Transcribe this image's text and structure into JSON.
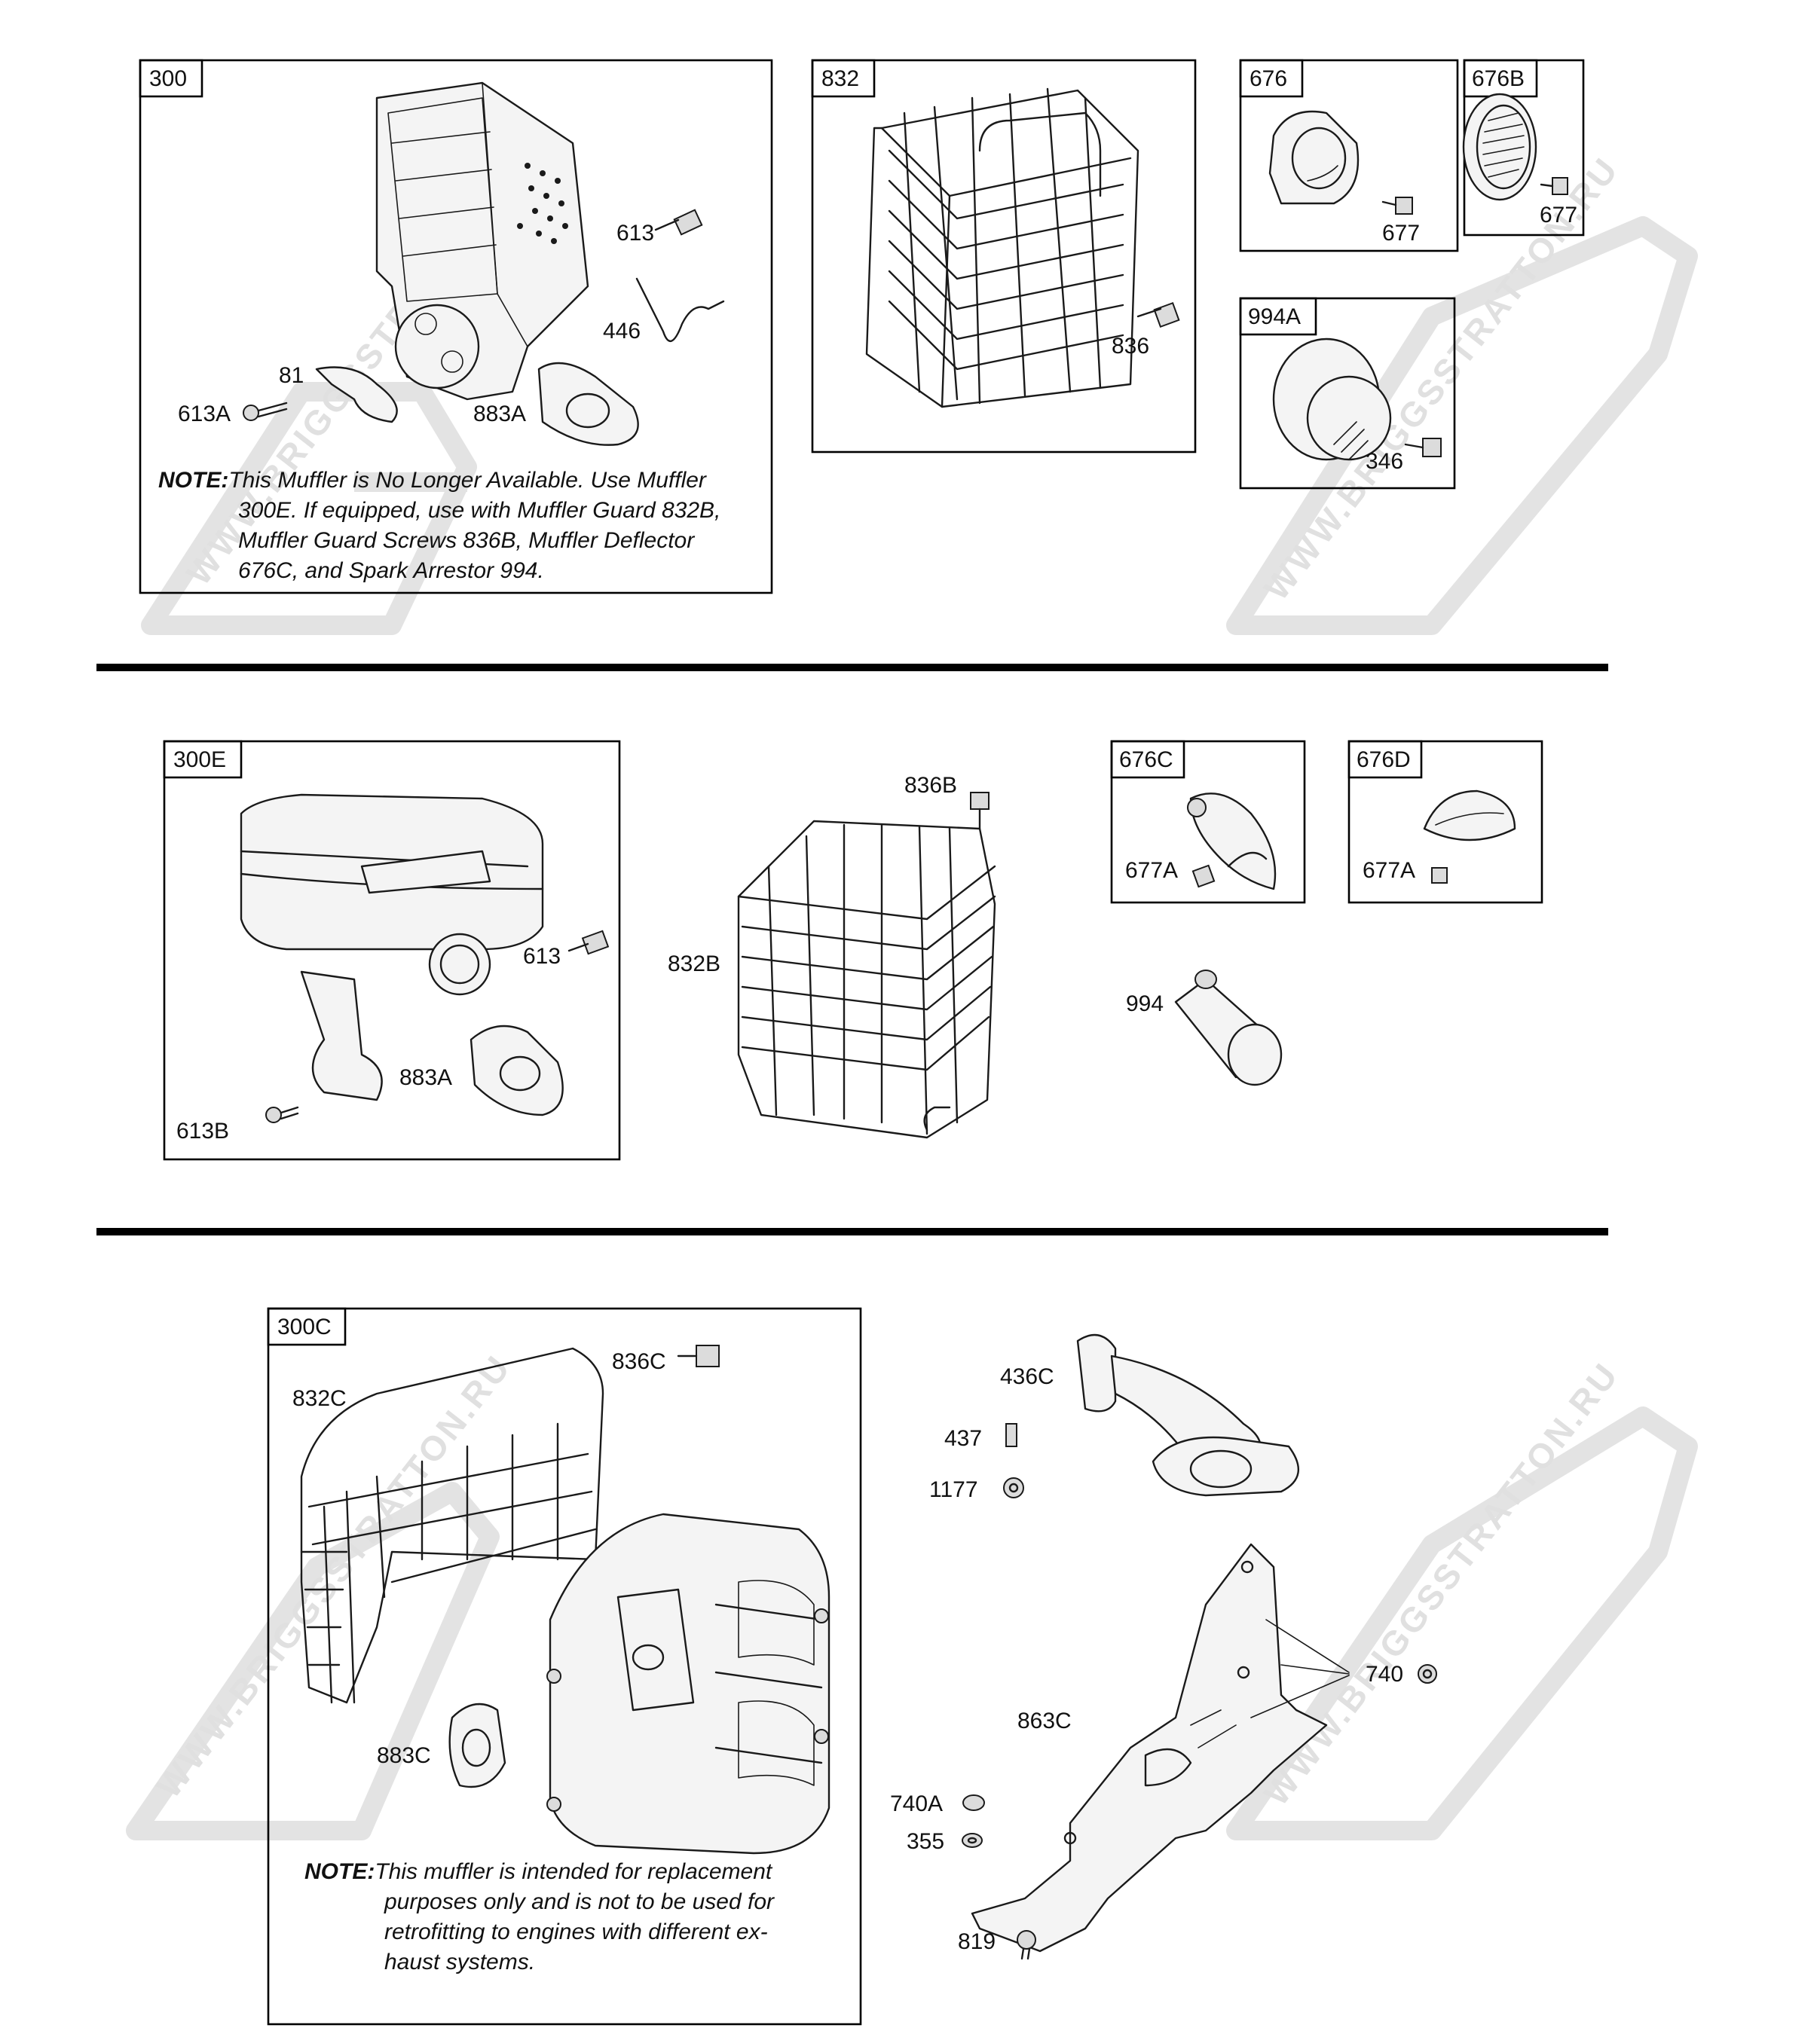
{
  "watermark": "WWW.BRIGGSSTRATTON.RU",
  "boxes": {
    "b300": "300",
    "b832": "832",
    "b676": "676",
    "b676b": "676B",
    "b994a": "994A",
    "b300e": "300E",
    "b676c": "676C",
    "b676d": "676D",
    "b300c": "300C"
  },
  "labels": {
    "l613_top": "613",
    "l446": "446",
    "l81": "81",
    "l613a": "613A",
    "l883a_top": "883A",
    "l836": "836",
    "l677_a": "677",
    "l677_b": "677",
    "l346": "346",
    "l836b": "836B",
    "l613_mid": "613",
    "l883a_mid": "883A",
    "l613b": "613B",
    "l832b": "832B",
    "l677a_c": "677A",
    "l677a_d": "677A",
    "l994": "994",
    "l836c": "836C",
    "l832c": "832C",
    "l883c": "883C",
    "l436c": "436C",
    "l437": "437",
    "l1177": "1177",
    "l740": "740",
    "l863c": "863C",
    "l740a": "740A",
    "l355": "355",
    "l819": "819"
  },
  "notes": {
    "note1": {
      "prefix": "NOTE:",
      "line1": "This Muffler is No Longer Available. Use Muffler",
      "line2": "300E. If equipped, use with Muffler Guard 832B,",
      "line3": "Muffler Guard Screws 836B, Muffler Deflector",
      "line4": "676C, and Spark Arrestor 994."
    },
    "note2": {
      "prefix": "NOTE:",
      "line1": "This muffler is intended for replacement",
      "line2": "purposes only and is not to be used for",
      "line3": "retrofitting to engines with different ex-",
      "line4": "haust systems."
    }
  }
}
